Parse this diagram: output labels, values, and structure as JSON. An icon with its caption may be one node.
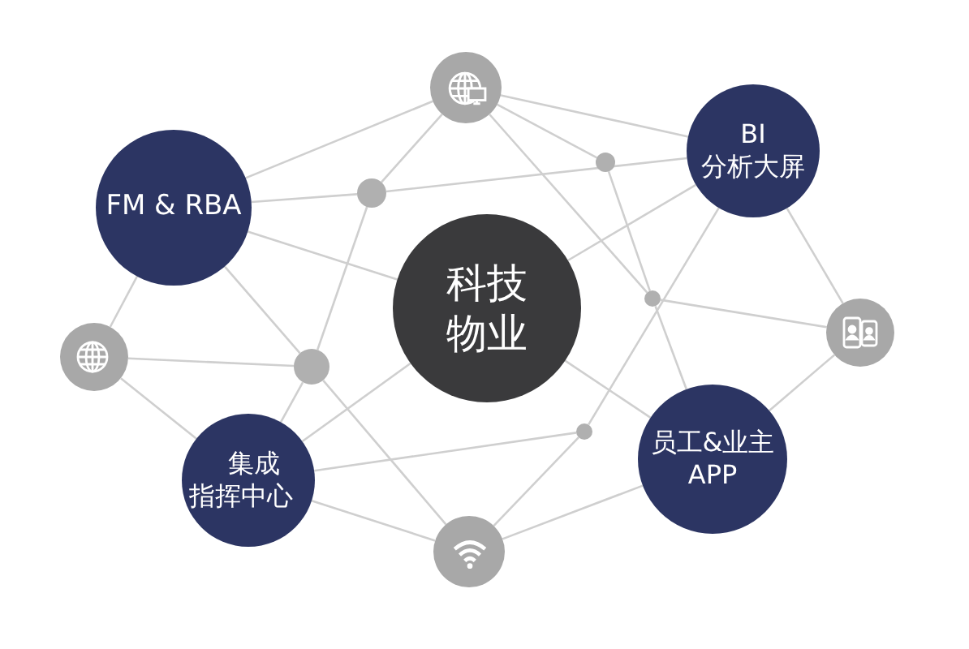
{
  "diagram": {
    "nodes": [
      {
        "text": [
          "FM & RBA"
        ]
      },
      {
        "text": [
          "BI 分析大屏"
        ]
      },
      {
        "text": [
          "科技物业"
        ]
      },
      {
        "text": [
          "集成指挥中心"
        ]
      },
      {
        "text": [
          "员工&业主 APP"
        ]
      },
      {
        "text": [],
        "shape": "circle"
      },
      {
        "text": [],
        "shape": "circle"
      },
      {
        "text": [],
        "shape": "circle"
      },
      {
        "text": [],
        "shape": "circle"
      },
      {
        "text": [],
        "shape": "circle"
      },
      {
        "text": [],
        "shape": "circle"
      },
      {
        "text": [],
        "shape": "circle"
      },
      {
        "text": [],
        "shape": "circle"
      },
      {
        "text": [],
        "shape": "circle"
      }
    ],
    "edges": [
      {
        "from": 5,
        "to": 0,
        "arrow": "none"
      },
      {
        "from": 0,
        "to": 9,
        "arrow": "none"
      },
      {
        "from": 5,
        "to": 9,
        "arrow": "none"
      },
      {
        "from": 9,
        "to": 1,
        "arrow": "none"
      },
      {
        "from": 0,
        "to": 2,
        "arrow": "none"
      },
      {
        "from": 0,
        "to": 12,
        "arrow": "none"
      },
      {
        "from": 0,
        "to": 6,
        "arrow": "none"
      },
      {
        "from": 9,
        "to": 12,
        "arrow": "none"
      },
      {
        "from": 5,
        "to": 1,
        "arrow": "none"
      },
      {
        "from": 5,
        "to": 10,
        "arrow": "none"
      },
      {
        "from": 5,
        "to": 11,
        "arrow": "none"
      },
      {
        "from": 10,
        "to": 11,
        "arrow": "none"
      },
      {
        "from": 11,
        "to": 4,
        "arrow": "none"
      },
      {
        "from": 1,
        "to": 2,
        "arrow": "none"
      },
      {
        "from": 1,
        "to": 13,
        "arrow": "none"
      },
      {
        "from": 1,
        "to": 7,
        "arrow": "none"
      },
      {
        "from": 11,
        "to": 7,
        "arrow": "none"
      },
      {
        "from": 2,
        "to": 4,
        "arrow": "none"
      },
      {
        "from": 6,
        "to": 12,
        "arrow": "none"
      },
      {
        "from": 6,
        "to": 3,
        "arrow": "none"
      },
      {
        "from": 12,
        "to": 3,
        "arrow": "none"
      },
      {
        "from": 12,
        "to": 8,
        "arrow": "none"
      },
      {
        "from": 3,
        "to": 2,
        "arrow": "none"
      },
      {
        "from": 3,
        "to": 13,
        "arrow": "none"
      },
      {
        "from": 3,
        "to": 8,
        "arrow": "none"
      },
      {
        "from": 13,
        "to": 8,
        "arrow": "none"
      },
      {
        "from": 8,
        "to": 4,
        "arrow": "none"
      },
      {
        "from": 7,
        "to": 4,
        "arrow": "none"
      }
    ]
  }
}
